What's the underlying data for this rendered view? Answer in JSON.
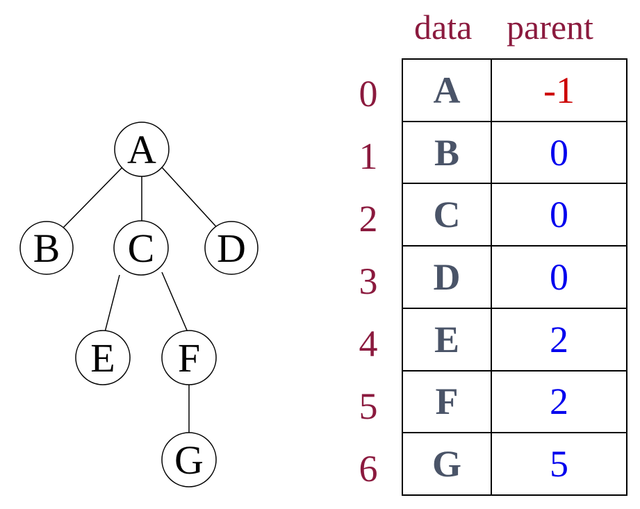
{
  "colors": {
    "index": "#8b1a3e",
    "data_letter": "#4a5468",
    "parent_value": "#0000ee",
    "root_parent_value": "#cc0000",
    "line": "#000000"
  },
  "tree": {
    "nodes": [
      {
        "id": "A",
        "label": "A"
      },
      {
        "id": "B",
        "label": "B"
      },
      {
        "id": "C",
        "label": "C"
      },
      {
        "id": "D",
        "label": "D"
      },
      {
        "id": "E",
        "label": "E"
      },
      {
        "id": "F",
        "label": "F"
      },
      {
        "id": "G",
        "label": "G"
      }
    ],
    "edges": [
      {
        "from": "A",
        "to": "B"
      },
      {
        "from": "A",
        "to": "C"
      },
      {
        "from": "A",
        "to": "D"
      },
      {
        "from": "C",
        "to": "E"
      },
      {
        "from": "C",
        "to": "F"
      },
      {
        "from": "F",
        "to": "G"
      }
    ]
  },
  "table": {
    "headers": {
      "data": "data",
      "parent": "parent"
    },
    "rows": [
      {
        "index": "0",
        "data": "A",
        "parent": "-1"
      },
      {
        "index": "1",
        "data": "B",
        "parent": "0"
      },
      {
        "index": "2",
        "data": "C",
        "parent": "0"
      },
      {
        "index": "3",
        "data": "D",
        "parent": "0"
      },
      {
        "index": "4",
        "data": "E",
        "parent": "2"
      },
      {
        "index": "5",
        "data": "F",
        "parent": "2"
      },
      {
        "index": "6",
        "data": "G",
        "parent": "5"
      }
    ]
  }
}
